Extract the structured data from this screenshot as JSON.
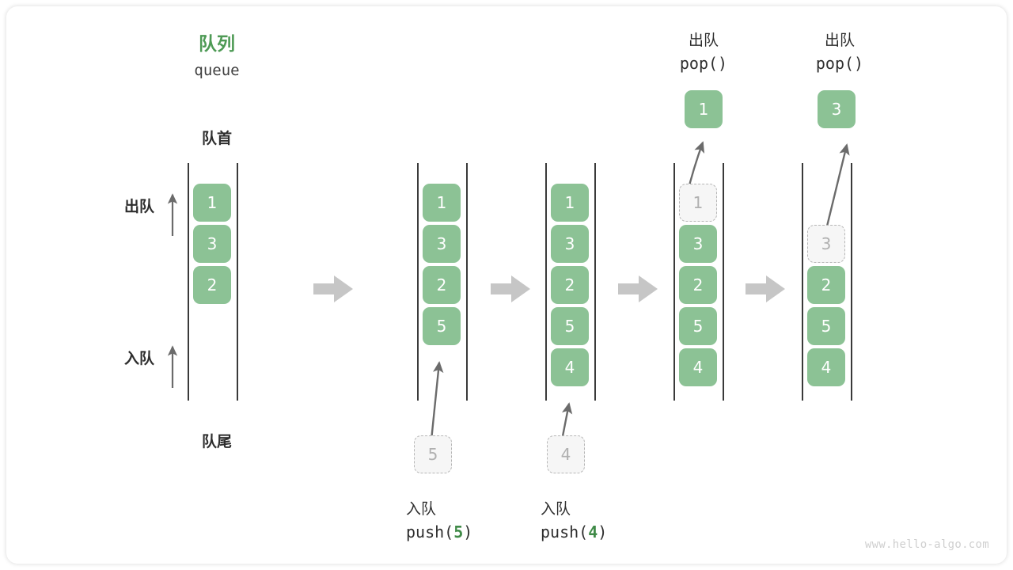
{
  "diagram": {
    "title_cn": "队列",
    "title_en": "queue",
    "front_label": "队首",
    "rear_label": "队尾",
    "dequeue_label": "出队",
    "enqueue_label": "入队",
    "watermark": "www.hello-algo.com",
    "accent_green": "#4e9a55",
    "cell_green": "#8cc295",
    "ghost_gray": "#b0b0b0",
    "arrow_gray": "#6b6b6b",
    "step_arrow_gray": "#c6c6c6"
  },
  "steps": [
    {
      "id": "initial",
      "caption_cn": "",
      "caption_code": "",
      "cells": [
        {
          "value": "1",
          "state": "filled"
        },
        {
          "value": "3",
          "state": "filled"
        },
        {
          "value": "2",
          "state": "filled"
        }
      ]
    },
    {
      "id": "push-5",
      "caption_cn": "入队",
      "caption_code": "push(5)",
      "caption_arg": "5",
      "ghost_value": "5",
      "cells": [
        {
          "value": "1",
          "state": "filled"
        },
        {
          "value": "3",
          "state": "filled"
        },
        {
          "value": "2",
          "state": "filled"
        },
        {
          "value": "5",
          "state": "filled"
        }
      ]
    },
    {
      "id": "push-4",
      "caption_cn": "入队",
      "caption_code": "push(4)",
      "caption_arg": "4",
      "ghost_value": "4",
      "cells": [
        {
          "value": "1",
          "state": "filled"
        },
        {
          "value": "3",
          "state": "filled"
        },
        {
          "value": "2",
          "state": "filled"
        },
        {
          "value": "5",
          "state": "filled"
        },
        {
          "value": "4",
          "state": "filled"
        }
      ]
    },
    {
      "id": "pop-1",
      "caption_cn": "出队",
      "caption_code": "pop()",
      "popped_value": "1",
      "cells": [
        {
          "value": "1",
          "state": "ghost"
        },
        {
          "value": "3",
          "state": "filled"
        },
        {
          "value": "2",
          "state": "filled"
        },
        {
          "value": "5",
          "state": "filled"
        },
        {
          "value": "4",
          "state": "filled"
        }
      ]
    },
    {
      "id": "pop-3",
      "caption_cn": "出队",
      "caption_code": "pop()",
      "popped_value": "3",
      "cells": [
        {
          "value": "",
          "state": "empty"
        },
        {
          "value": "3",
          "state": "ghost"
        },
        {
          "value": "2",
          "state": "filled"
        },
        {
          "value": "5",
          "state": "filled"
        },
        {
          "value": "4",
          "state": "filled"
        }
      ]
    }
  ]
}
